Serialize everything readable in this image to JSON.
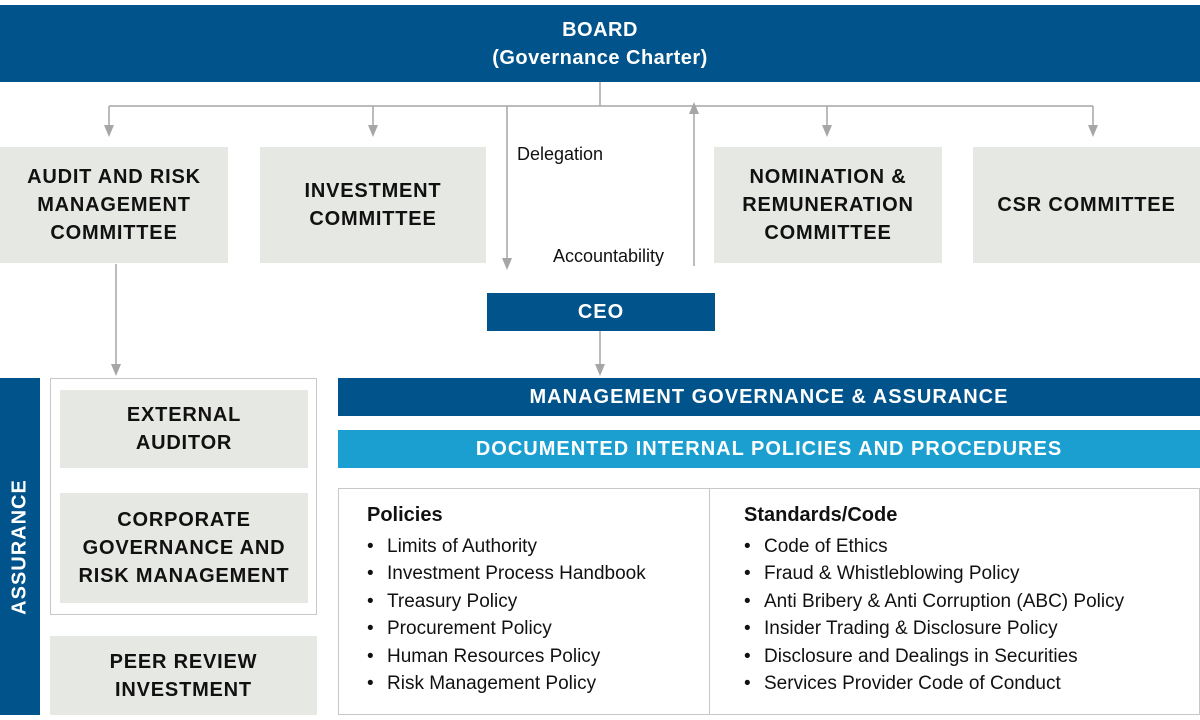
{
  "board": {
    "title": "BOARD",
    "subtitle": "(Governance Charter)"
  },
  "committees": {
    "audit": [
      "AUDIT AND RISK",
      "MANAGEMENT",
      "COMMITTEE"
    ],
    "investment": [
      "INVESTMENT",
      "COMMITTEE"
    ],
    "nomination": [
      "NOMINATION &",
      "REMUNERATION",
      "COMMITTEE"
    ],
    "csr": [
      "CSR COMMITTEE"
    ]
  },
  "flow_labels": {
    "delegation": "Delegation",
    "accountability": "Accountability"
  },
  "ceo": "CEO",
  "assurance": {
    "label": "ASSURANCE",
    "external_auditor": [
      "EXTERNAL",
      "AUDITOR"
    ],
    "corporate_governance": [
      "CORPORATE",
      "GOVERNANCE AND",
      "RISK MANAGEMENT"
    ],
    "peer_review": [
      "PEER REVIEW",
      "INVESTMENT"
    ]
  },
  "management": {
    "governance": "MANAGEMENT GOVERNANCE & ASSURANCE",
    "documented": "DOCUMENTED INTERNAL POLICIES AND PROCEDURES"
  },
  "policies": {
    "title": "Policies",
    "items": [
      "Limits of Authority",
      "Investment Process Handbook",
      "Treasury Policy",
      "Procurement Policy",
      "Human Resources Policy",
      "Risk Management Policy"
    ]
  },
  "standards": {
    "title": "Standards/Code",
    "items": [
      "Code of Ethics",
      "Fraud & Whistleblowing Policy",
      "Anti Bribery & Anti Corruption (ABC) Policy",
      "Insider Trading & Disclosure Policy",
      "Disclosure and Dealings in Securities",
      "Services Provider Code of Conduct"
    ]
  },
  "colors": {
    "navy": "#00538b",
    "cyan": "#1a9fd0",
    "box_grey": "#e6e8e3",
    "connector": "#a6a6a6"
  }
}
